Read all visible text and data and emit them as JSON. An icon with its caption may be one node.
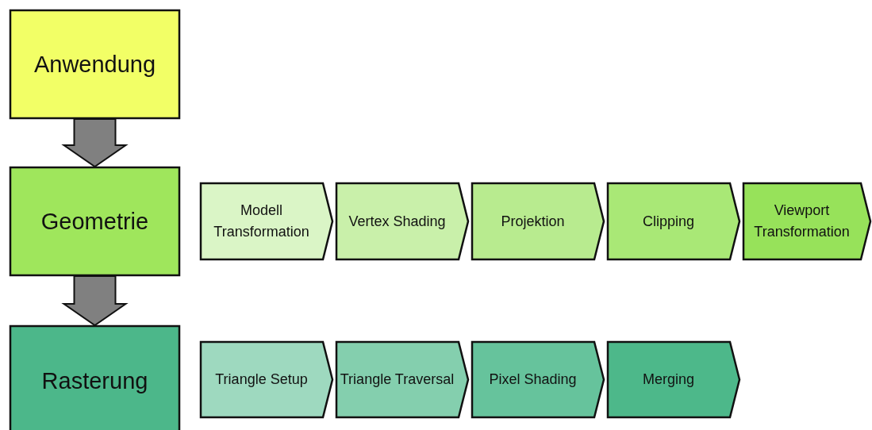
{
  "diagram": {
    "nodes": [
      {
        "text": [
          "Anwendung"
        ]
      },
      {
        "text": [
          "Geometrie"
        ]
      },
      {
        "text": [
          "Modell Transformation"
        ]
      },
      {
        "text": [
          "Vertex Shading"
        ]
      },
      {
        "text": [
          "Projektion"
        ]
      },
      {
        "text": [
          "Clipping"
        ]
      },
      {
        "text": [
          "Viewport Transformation"
        ]
      },
      {
        "text": [
          "Rasterung"
        ]
      },
      {
        "text": [
          "Triangle Setup"
        ]
      },
      {
        "text": [
          "Triangle Traversal"
        ]
      },
      {
        "text": [
          "Pixel Shading"
        ]
      },
      {
        "text": [
          "Merging"
        ]
      }
    ],
    "edges": [
      {
        "from": 0,
        "to": 1,
        "arrow": "to",
        "style": "thick",
        "color": "#808080"
      },
      {
        "from": 1,
        "to": 7,
        "arrow": "to",
        "style": "thick",
        "color": "#808080"
      }
    ]
  }
}
